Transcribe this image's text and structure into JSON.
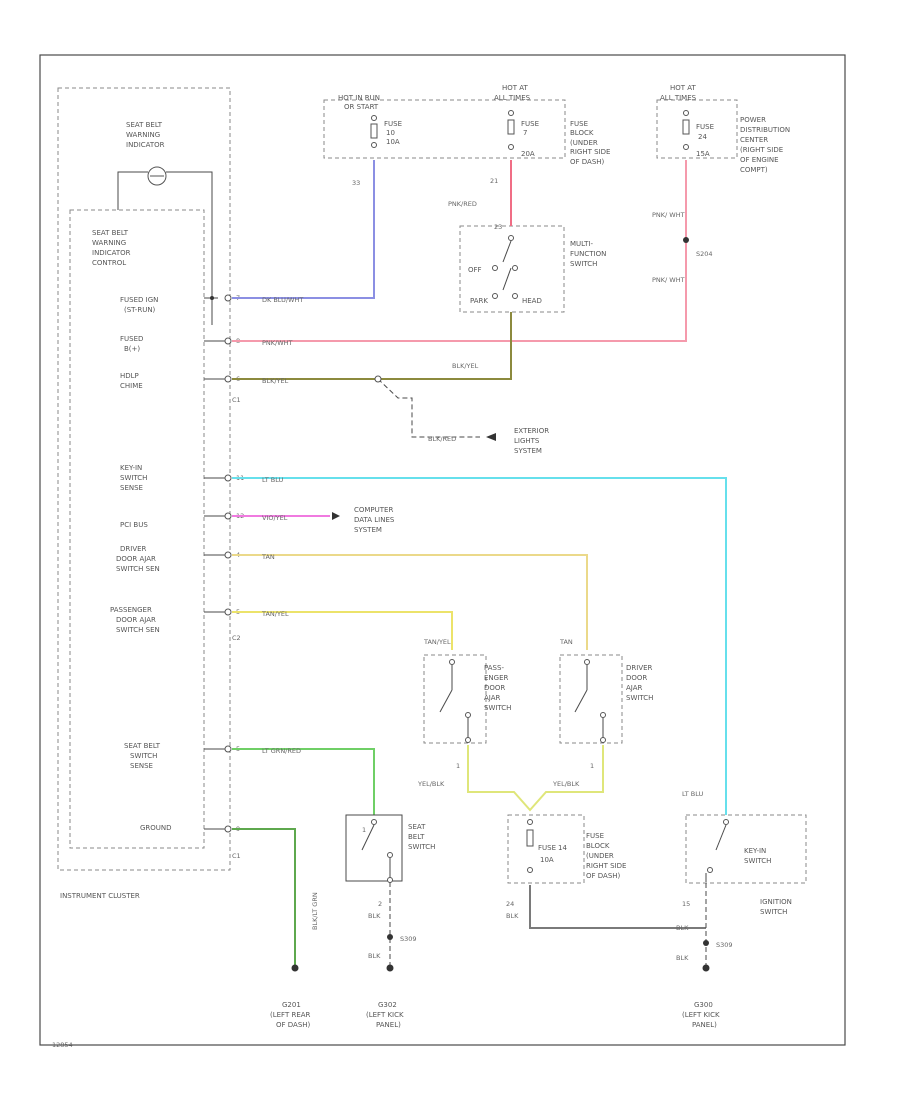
{
  "colors": {
    "blue": "#8b8fe3",
    "red": "#f06d85",
    "pink": "#f59aac",
    "olive": "#8c8a3e",
    "cyan": "#66e0ec",
    "magenta": "#f07ae0",
    "tan": "#ebd98a",
    "yellow": "#ece36a",
    "yellowgreen": "#dfe67a",
    "green": "#6fcf66",
    "greenmix": "#5ea84e",
    "gray": "#7a7a7a"
  },
  "instrument_cluster": {
    "label": "INSTRUMENT CLUSTER",
    "indicator": [
      "SEAT BELT",
      "WARNING",
      "INDICATOR"
    ],
    "control": [
      "SEAT BELT",
      "WARNING",
      "INDICATOR",
      "CONTROL"
    ],
    "pins": [
      {
        "label": [
          "FUSED IGN",
          "(ST-RUN)"
        ],
        "pin": "7"
      },
      {
        "label": [
          "FUSED",
          "B(+)"
        ],
        "pin": "8"
      },
      {
        "label": [
          "HDLP",
          "CHIME"
        ],
        "pin": "6",
        "connector": "C1"
      },
      {
        "label": [
          "KEY-IN",
          "SWITCH",
          "SENSE"
        ],
        "pin": "11"
      },
      {
        "label": [
          "PCI BUS"
        ],
        "pin": "12"
      },
      {
        "label": [
          "DRIVER",
          "DOOR AJAR",
          "SWITCH SEN"
        ],
        "pin": "4"
      },
      {
        "label": [
          "PASSENGER",
          "DOOR AJAR",
          "SWITCH SEN"
        ],
        "pin": "5",
        "connector": "C2"
      },
      {
        "label": [
          "SEAT BELT",
          "SWITCH",
          "SENSE"
        ],
        "pin": "5"
      },
      {
        "label": [
          "GROUND"
        ],
        "pin": "9",
        "connector": "C1"
      }
    ]
  },
  "fuses_top": [
    {
      "hot": [
        "HOT IN RUN",
        "OR START"
      ],
      "fuse": [
        "FUSE",
        "10",
        "10A"
      ]
    },
    {
      "hot": [
        "HOT AT",
        "ALL TIMES"
      ],
      "fuse": [
        "FUSE",
        "7",
        "20A"
      ],
      "desc": [
        "FUSE",
        "BLOCK",
        "(UNDER",
        "RIGHT SIDE",
        "OF DASH)"
      ]
    },
    {
      "hot": [
        "HOT AT",
        "ALL TIMES"
      ],
      "fuse": [
        "FUSE",
        "24",
        "15A"
      ],
      "desc": [
        "POWER",
        "DISTRIBUTION",
        "CENTER",
        "(RIGHT SIDE",
        "OF ENGINE",
        "COMPT)"
      ]
    }
  ],
  "multifunction": {
    "label": [
      "MULTI-",
      "FUNCTION",
      "SWITCH"
    ],
    "positions": [
      "OFF",
      "PARK",
      "HEAD"
    ],
    "pin_top": "23",
    "pin_top_left": "21",
    "wire_top": "PNK/RED"
  },
  "splice_top_right": {
    "wire_a": "PNK/ WHT",
    "splice": "S204",
    "wire_b": "PNK/ WHT"
  },
  "wires": {
    "ign": "DK BLU/WHT",
    "ign_pin": "33",
    "fused_b": "PNK/WHT",
    "hdlp": "BLK/YEL",
    "hdlp_right": "BLK/YEL",
    "hdlp_branch": "BLK/RED",
    "keyin": "LT BLU",
    "pci": "VIO/YEL",
    "drv_door": "TAN",
    "pass_door": "TAN/YEL",
    "seatbelt": "LT GRN/RED",
    "ground": "BLK/LT GRN",
    "yel_blk_left": "YEL/BLK",
    "yel_blk_right": "YEL/BLK",
    "sb_gnd": "BLK",
    "sb_gnd2": "BLK",
    "fuse_gnd": "BLK",
    "key_gnd": "BLK",
    "key_gnd2": "BLK",
    "key_wire_top": "LT BLU",
    "pass_top": "TAN/YEL",
    "drv_top": "TAN"
  },
  "pins_misc": {
    "pass_pin": "1",
    "drv_pin": "1",
    "sb_pin_top": "1",
    "sb_pin_bot": "2",
    "fuse_pin": "24",
    "key_pin": "15"
  },
  "exterior_lights": [
    "EXTERIOR",
    "LIGHTS",
    "SYSTEM"
  ],
  "computer_data": [
    "COMPUTER",
    "DATA LINES",
    "SYSTEM"
  ],
  "pass_switch": [
    "PASS-",
    "ENGER",
    "DOOR",
    "AJAR",
    "SWITCH"
  ],
  "drv_switch": [
    "DRIVER",
    "DOOR",
    "AJAR",
    "SWITCH"
  ],
  "seat_belt_switch": [
    "SEAT",
    "BELT",
    "SWITCH"
  ],
  "fuse_block_bottom": {
    "fuse": [
      "FUSE",
      "14",
      "10A"
    ],
    "desc": [
      "FUSE",
      "BLOCK",
      "(UNDER",
      "RIGHT SIDE",
      "OF DASH)"
    ]
  },
  "keyin_switch": [
    "KEY-IN",
    "SWITCH"
  ],
  "ignition_switch": [
    "IGNITION",
    "SWITCH"
  ],
  "splices": [
    "S309",
    "S309"
  ],
  "grounds": [
    [
      "G201",
      "(LEFT REAR",
      "OF DASH)"
    ],
    [
      "G302",
      "(LEFT KICK",
      "PANEL)"
    ],
    [
      "G300",
      "(LEFT KICK",
      "PANEL)"
    ]
  ],
  "footer_code": "12854"
}
